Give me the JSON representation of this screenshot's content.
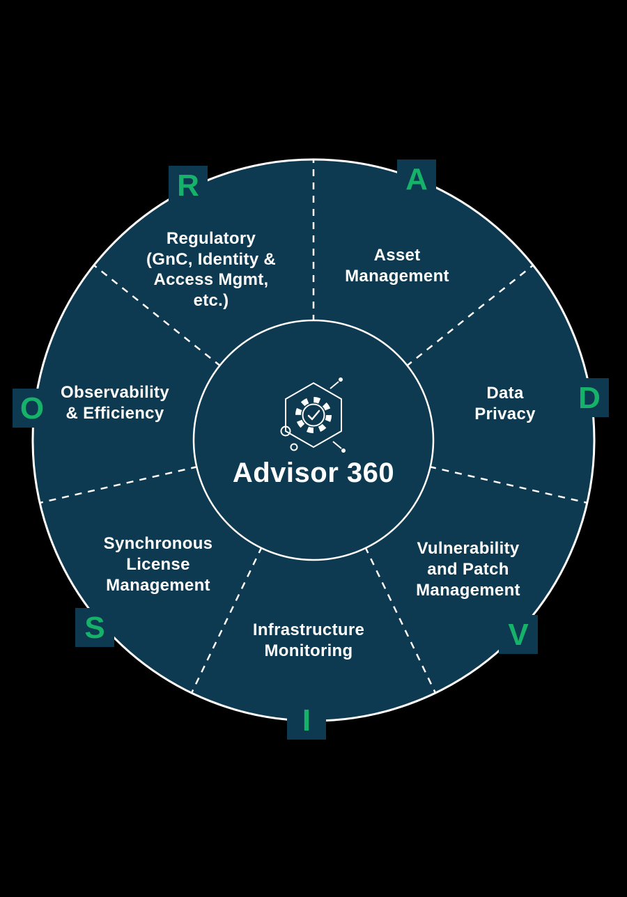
{
  "colors": {
    "background": "#000000",
    "navy": "#0D3A50",
    "green": "#17B26A",
    "white": "#FFFFFF"
  },
  "center": {
    "label": "Advisor 360",
    "icon": "hexagon-gear-check-icon"
  },
  "segments": [
    {
      "letter": "A",
      "lines": [
        "Asset",
        "Management"
      ]
    },
    {
      "letter": "D",
      "lines": [
        "Data",
        "Privacy"
      ]
    },
    {
      "letter": "V",
      "lines": [
        "Vulnerability",
        "and Patch",
        "Management"
      ]
    },
    {
      "letter": "I",
      "lines": [
        "Infrastructure",
        "Monitoring"
      ]
    },
    {
      "letter": "S",
      "lines": [
        "Synchronous",
        "License",
        "Management"
      ]
    },
    {
      "letter": "O",
      "lines": [
        "Observability",
        "& Efficiency"
      ]
    },
    {
      "letter": "R",
      "lines": [
        "Regulatory",
        "(GnC, Identity &",
        "Access Mgmt,",
        "etc.)"
      ]
    }
  ]
}
